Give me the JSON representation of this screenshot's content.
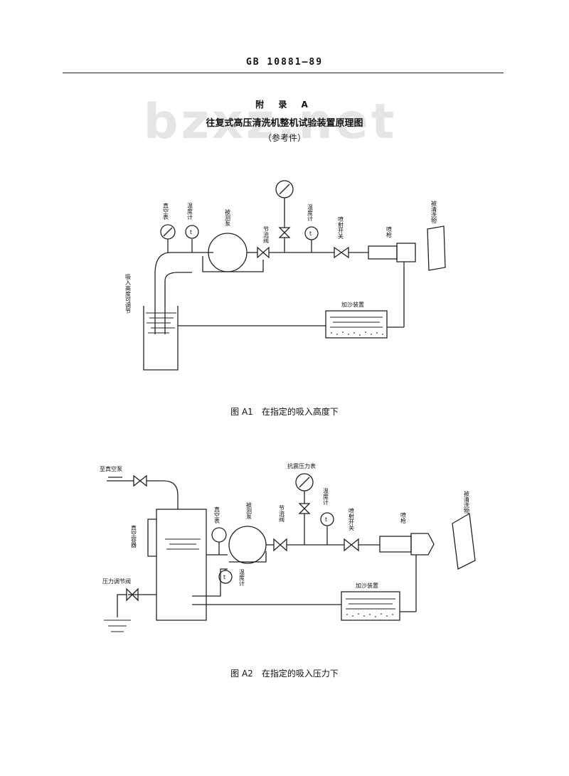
{
  "header": "GB 10881—89",
  "appendix": "附 录 A",
  "title": "往复式高压清洗机整机试验装置原理图",
  "reference": "（参考件）",
  "watermark": "bzxz.net",
  "figure_a1": {
    "caption": "图 A1　在指定的吸入高度下",
    "labels": {
      "vacuum_gauge": "真空表",
      "thermometer": "温度计",
      "pump_under_test": "被测泵",
      "throttle_valve": "节流阀",
      "thermometer2": "温度计",
      "spray_switch": "喷射开关",
      "spray_gun": "喷枪",
      "object_cleaned": "被清洗物",
      "suction_height": "吸入高度可调节",
      "sand_device": "加沙装置",
      "gauge_t": "t",
      "gauge_t2": "t"
    }
  },
  "figure_a2": {
    "caption": "图 A2　在指定的吸入压力下",
    "labels": {
      "to_vacuum_pump": "至真空泵",
      "vacuum_gauge": "真空表",
      "pump_under_test": "被测泵",
      "shockproof_gauge": "抗震压力表",
      "thermometer": "温度计",
      "spray_switch": "喷射开关",
      "spray_gun": "喷枪",
      "object_cleaned": "被清洗物",
      "vacuum_container": "真空容器",
      "throttle_valve": "节流阀",
      "thermometer_lower": "温度计",
      "pressure_valve": "压力调节阀",
      "sand_device": "加沙装置",
      "gauge_t": "t",
      "gauge_t2": "t"
    }
  }
}
